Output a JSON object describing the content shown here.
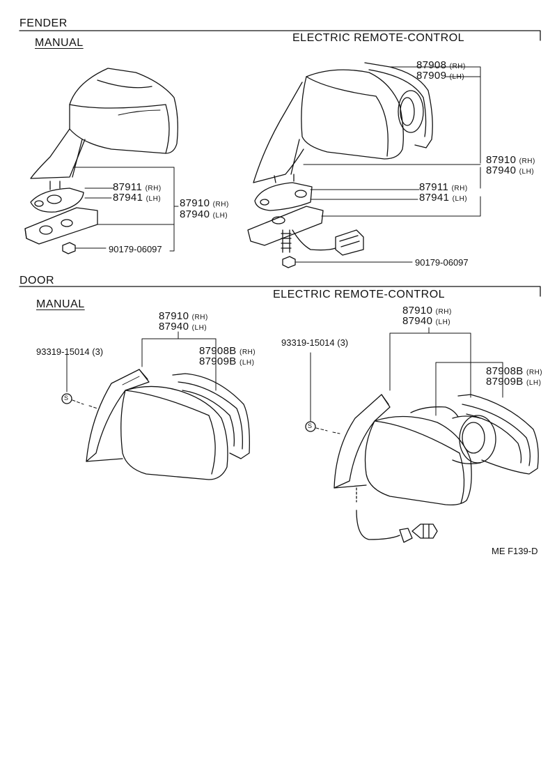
{
  "fender": {
    "section_title": "FENDER",
    "manual": {
      "title": "MANUAL",
      "p1": {
        "num": "87911",
        "tag": "(RH)"
      },
      "p2": {
        "num": "87941",
        "tag": "(LH)"
      },
      "p3": {
        "num": "87910",
        "tag": "(RH)"
      },
      "p4": {
        "num": "87940",
        "tag": "(LH)"
      },
      "nut": "90179-06097"
    },
    "electric": {
      "title": "ELECTRIC  REMOTE-CONTROL",
      "p1": {
        "num": "87908",
        "tag": "(RH)"
      },
      "p2": {
        "num": "87909",
        "tag": "(LH)"
      },
      "p3": {
        "num": "87910",
        "tag": "(RH)"
      },
      "p4": {
        "num": "87940",
        "tag": "(LH)"
      },
      "p5": {
        "num": "87911",
        "tag": "(RH)"
      },
      "p6": {
        "num": "87941",
        "tag": "(LH)"
      },
      "nut": "90179-06097"
    }
  },
  "door": {
    "section_title": "DOOR",
    "manual": {
      "title": "MANUAL",
      "p1": {
        "num": "87910",
        "tag": "(RH)"
      },
      "p2": {
        "num": "87940",
        "tag": "(LH)"
      },
      "p3": {
        "num": "87908B",
        "tag": "(RH)"
      },
      "p4": {
        "num": "87909B",
        "tag": "(LH)"
      },
      "screw": "93319-15014 (3)",
      "screw_symbol": "S"
    },
    "electric": {
      "title": "ELECTRIC  REMOTE-CONTROL",
      "p1": {
        "num": "87910",
        "tag": "(RH)"
      },
      "p2": {
        "num": "87940",
        "tag": "(LH)"
      },
      "p3": {
        "num": "87908B",
        "tag": "(RH)"
      },
      "p4": {
        "num": "87909B",
        "tag": "(LH)"
      },
      "screw": "93319-15014 (3)",
      "screw_symbol": "S"
    }
  },
  "figure_code": "ME  F139-D"
}
